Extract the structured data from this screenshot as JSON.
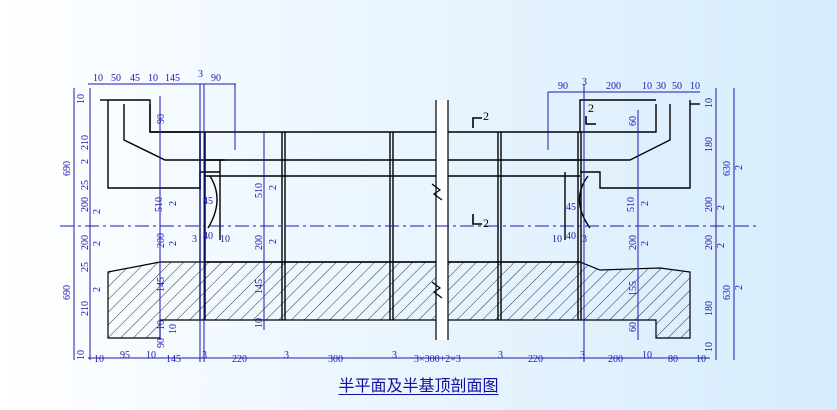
{
  "title": "半平面及半基顶剖面图",
  "section_mark": "2",
  "dims": {
    "top_left": [
      "10",
      "50",
      "45",
      "10",
      "145",
      "3",
      "90"
    ],
    "top_right": [
      "90",
      "3",
      "200",
      "10",
      "30",
      "50",
      "10"
    ],
    "bottom": [
      "10",
      "95",
      "10",
      "145",
      "3",
      "220",
      "3",
      "300",
      "3",
      "3×300+2×3",
      "3",
      "220",
      "3",
      "200",
      "10",
      "80",
      "10"
    ],
    "left_outer": [
      "10",
      "690",
      "210",
      "2",
      "25",
      "200",
      "2",
      "200",
      "2",
      "25",
      "690",
      "210",
      "2",
      "10"
    ],
    "left_inner": [
      "90",
      "510",
      "2",
      "45",
      "3",
      "40",
      "10",
      "200",
      "2",
      "145",
      "10",
      "90",
      "10"
    ],
    "mid_left": [
      "510",
      "2",
      "200",
      "2",
      "145",
      "10"
    ],
    "right_inner": [
      "60",
      "510",
      "2",
      "45",
      "10",
      "40",
      "3",
      "200",
      "2",
      "155",
      "60"
    ],
    "right_outer": [
      "10",
      "180",
      "630",
      "2",
      "200",
      "2",
      "200",
      "2",
      "630",
      "2",
      "180",
      "10"
    ]
  },
  "colors": {
    "line": "#000000",
    "dim": "#1a1ab0",
    "axis": "#1a1ab0",
    "title": "#1010a0"
  }
}
